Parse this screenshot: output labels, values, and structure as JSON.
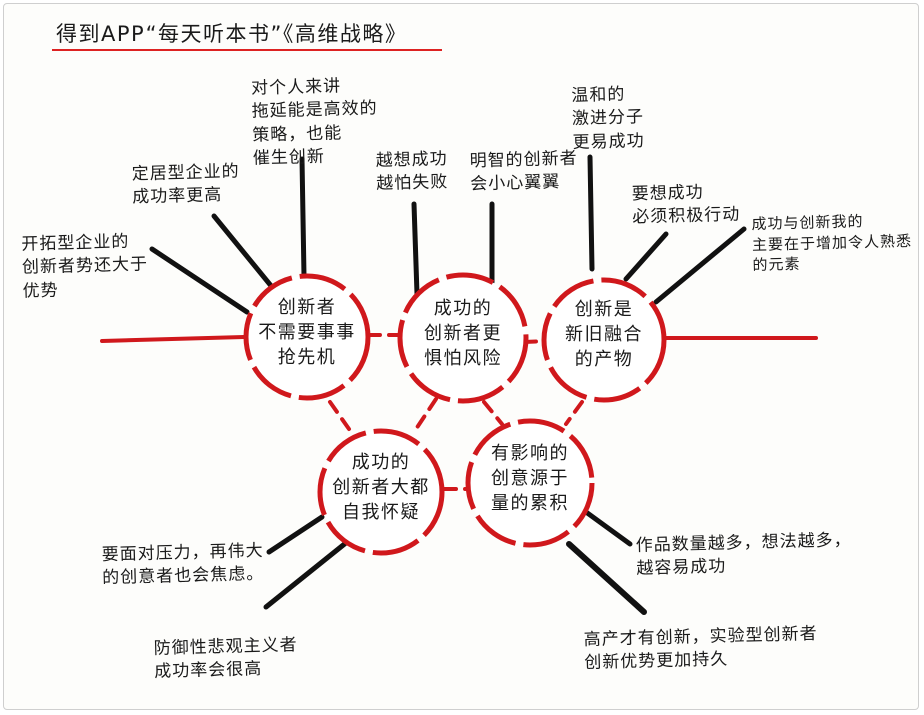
{
  "title": "得到APP“每天听本书”《高维战略》",
  "nodes": [
    {
      "id": "n1",
      "text": "创新者\n不需要事事\n抢先机"
    },
    {
      "id": "n2",
      "text": "成功的\n创新者更\n惧怕风险"
    },
    {
      "id": "n3",
      "text": "创新是\n新旧融合\n的产物"
    },
    {
      "id": "n4",
      "text": "成功的\n创新者大都\n自我怀疑"
    },
    {
      "id": "n5",
      "text": "有影响的\n创意源于\n量的累积"
    }
  ],
  "annotations": [
    {
      "id": "a1",
      "text": "对个人来讲\n拖延能是高效的\n策略，也能\n催生创新"
    },
    {
      "id": "a2",
      "text": "定居型企业的\n成功率更高"
    },
    {
      "id": "a3",
      "text": "开拓型企业的\n创新者势还大于\n优势"
    },
    {
      "id": "a4",
      "text": "越想成功\n越怕失败"
    },
    {
      "id": "a5",
      "text": "明智的创新者\n会小心翼翼"
    },
    {
      "id": "a6",
      "text": "温和的\n激进分子\n更易成功"
    },
    {
      "id": "a7",
      "text": "要想成功\n必须积极行动"
    },
    {
      "id": "a8",
      "text": "成功与创新我的\n主要在于增加令人熟悉\n的元素"
    },
    {
      "id": "a9",
      "text": "要面对压力，再伟大\n的创意者也会焦虑。"
    },
    {
      "id": "a10",
      "text": "防御性悲观主义者\n成功率会很高"
    },
    {
      "id": "a11",
      "text": "作品数量越多，想法越多，\n越容易成功"
    },
    {
      "id": "a12",
      "text": "高产才有创新，实验型创新者\n创新优势更加持久"
    }
  ]
}
